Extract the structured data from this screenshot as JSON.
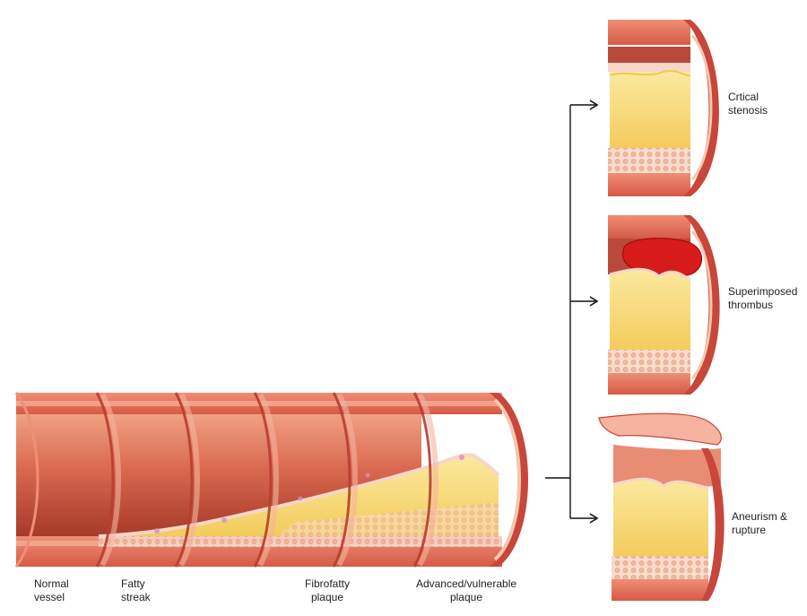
{
  "stage_labels": {
    "normal": [
      "Normal",
      "vessel"
    ],
    "fatty": [
      "Fatty",
      "streak"
    ],
    "fibro": [
      "Fibrofatty",
      "plaque"
    ],
    "advanced": [
      "Advanced/vulnerable",
      "plaque"
    ]
  },
  "outcome_labels": {
    "stenosis": [
      "Crtical",
      "stenosis"
    ],
    "thrombus": [
      "Superimposed",
      "thrombus"
    ],
    "aneurism": [
      "Aneurism &",
      "rupture"
    ]
  },
  "colors": {
    "vessel_wall": "#e8735e",
    "vessel_wall_dark": "#c8463a",
    "lumen_dark": "#9e3a2c",
    "lumen_light": "#f3a080",
    "intima": "#f6d6c8",
    "plaque": "#f7d770",
    "plaque_light": "#fbeaa0",
    "adventitia": "#f4c8b0",
    "thrombus": "#d71b1b",
    "arrow": "#111111"
  }
}
